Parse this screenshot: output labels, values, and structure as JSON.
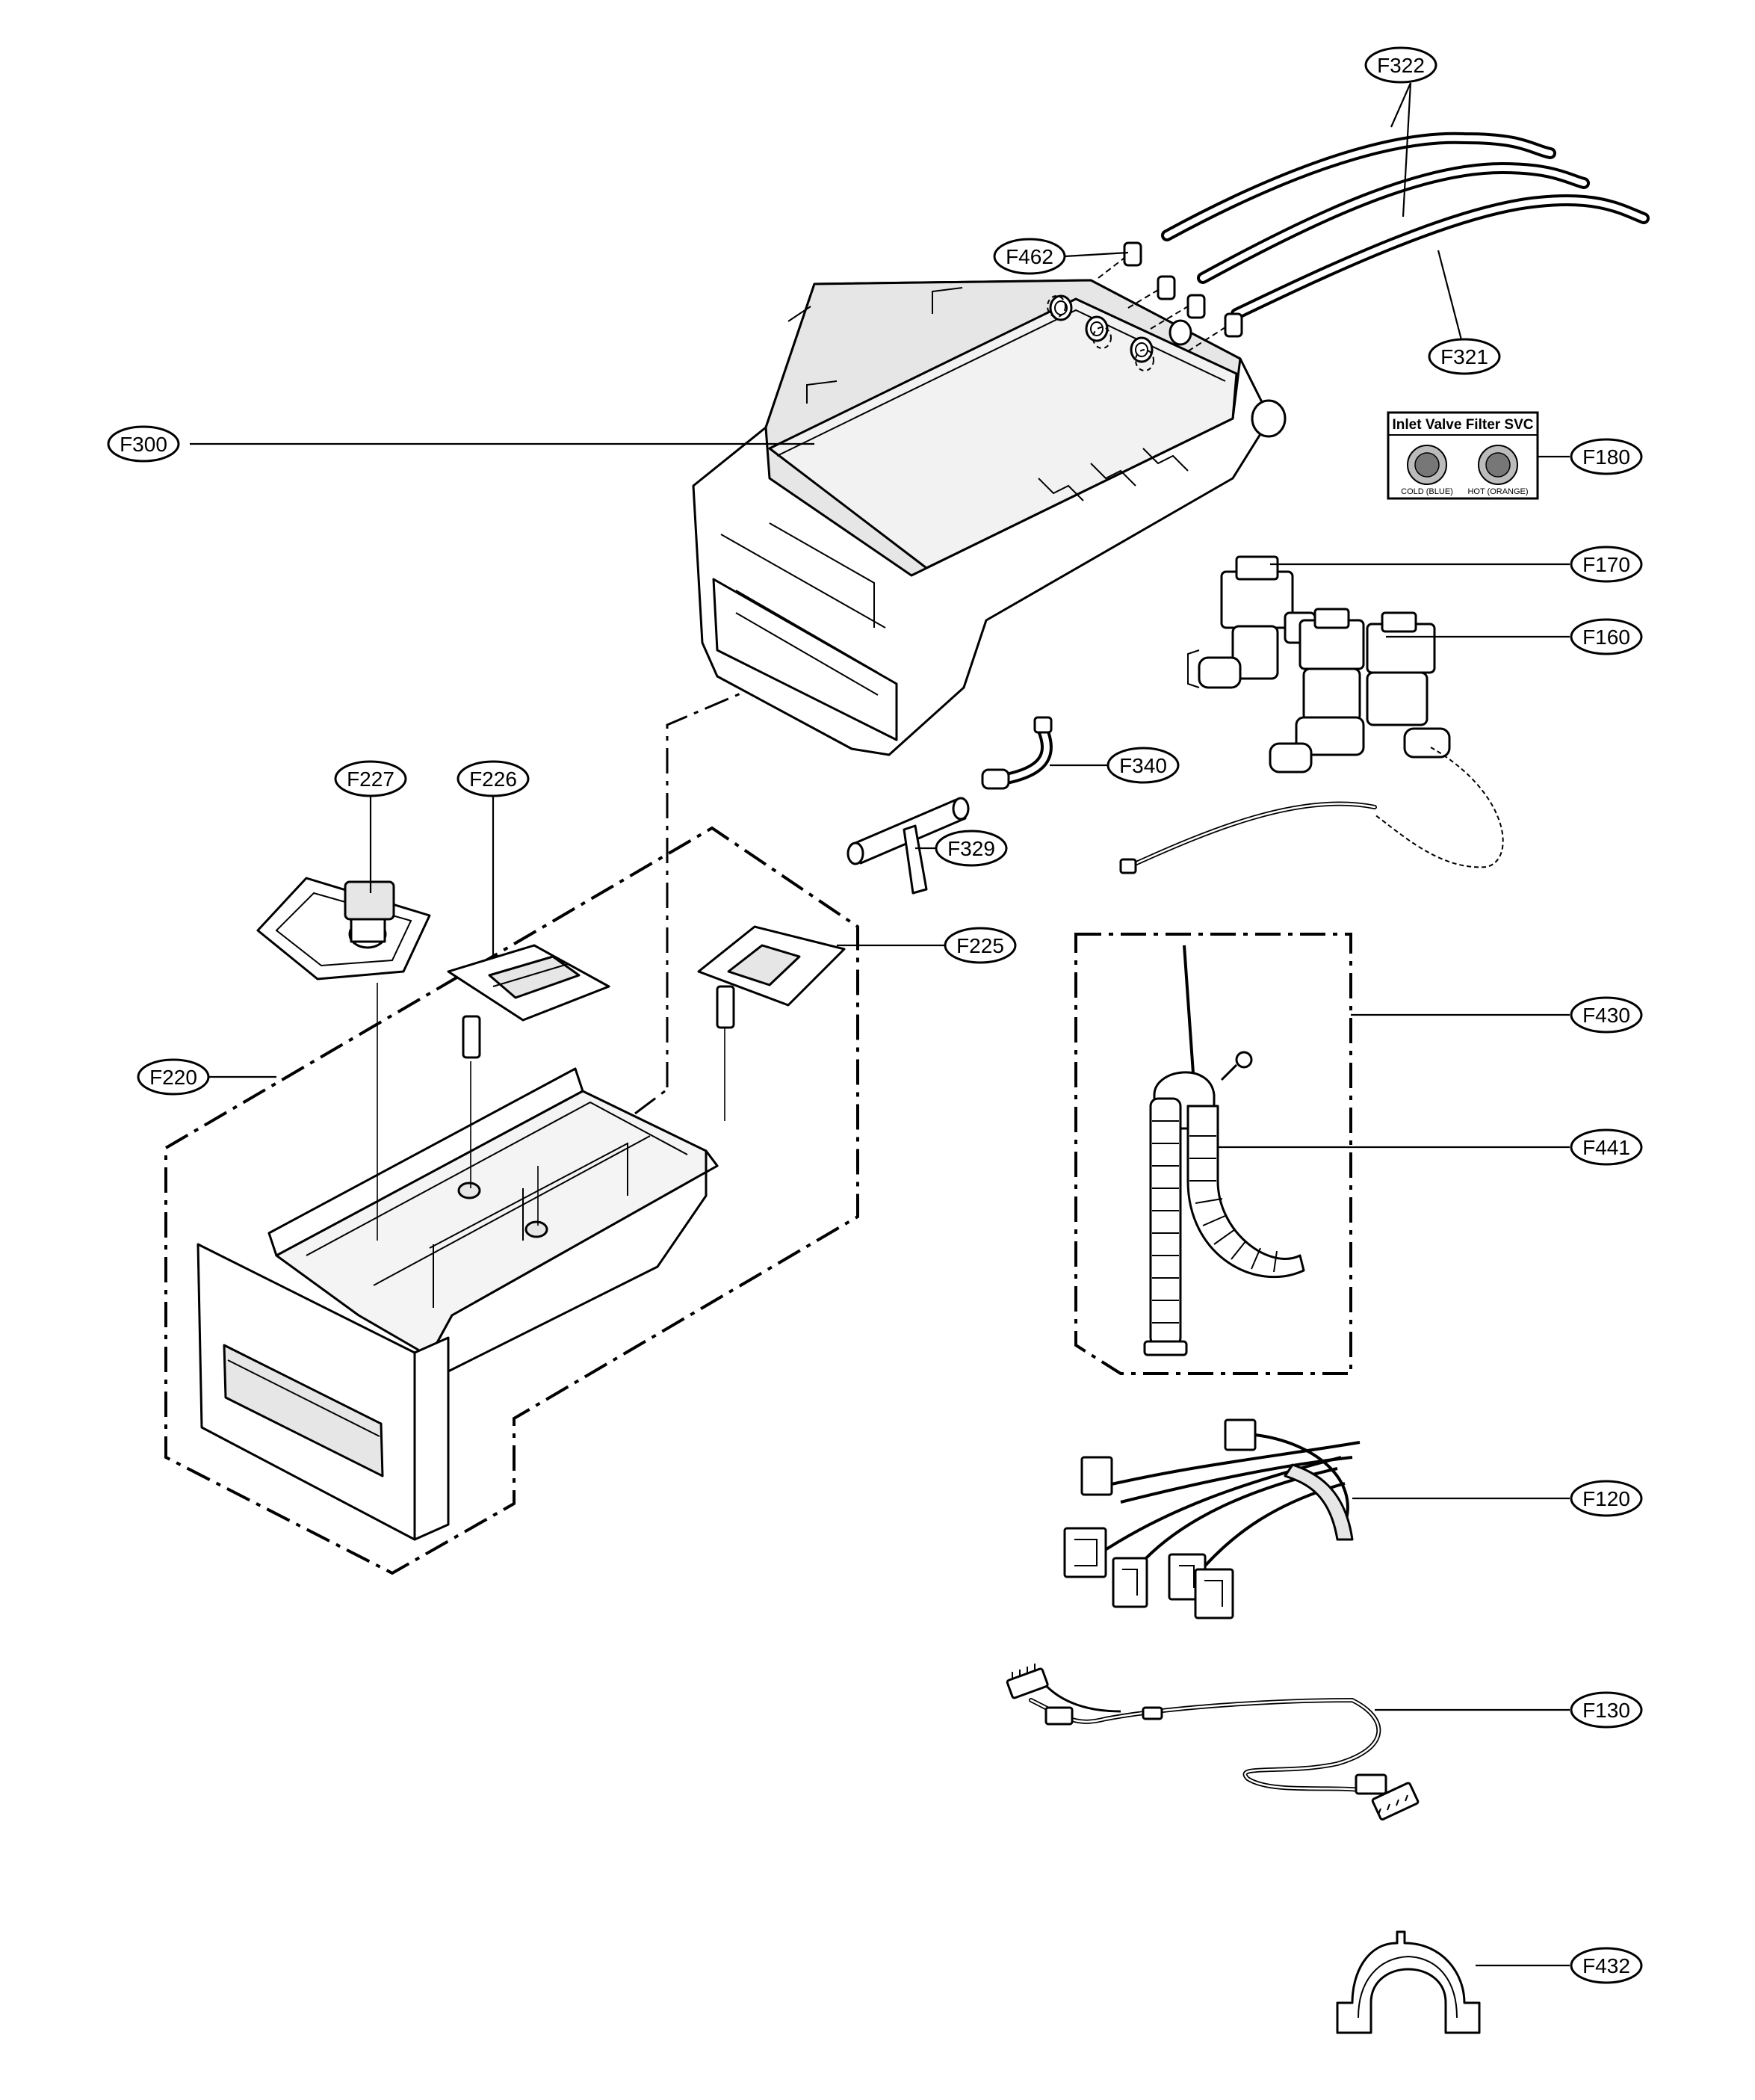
{
  "labels": {
    "F322": "F322",
    "F462": "F462",
    "F321": "F321",
    "F300": "F300",
    "F180": "F180",
    "F170": "F170",
    "F160": "F160",
    "F227": "F227",
    "F226": "F226",
    "F340": "F340",
    "F329": "F329",
    "F225": "F225",
    "F430": "F430",
    "F220": "F220",
    "F441": "F441",
    "F120": "F120",
    "F130": "F130",
    "F432": "F432"
  },
  "filter_box": {
    "title": "Inlet Valve Filter SVC",
    "cold": "COLD (BLUE)",
    "hot": "HOT (ORANGE)"
  }
}
